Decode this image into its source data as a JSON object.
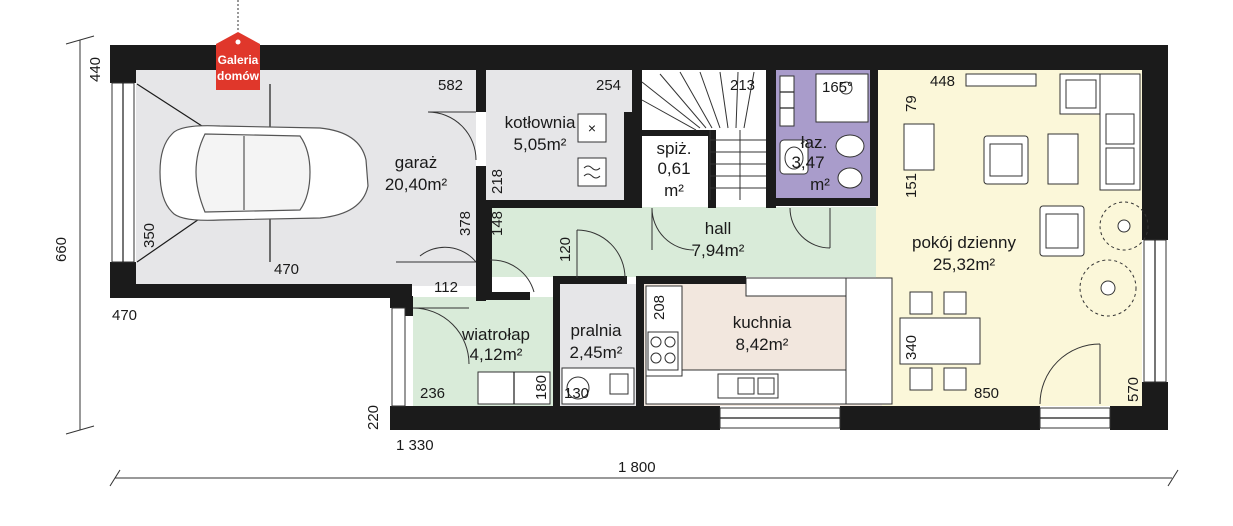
{
  "logo": {
    "line1": "Galeria",
    "line2": "domów"
  },
  "rooms": {
    "garaz": {
      "name": "garaż",
      "area": "20,40m²"
    },
    "kotlownia": {
      "name": "kotłownia",
      "area": "5,05m²"
    },
    "spiz": {
      "name": "spiż.",
      "area_a": "0,61",
      "area_b": "m²"
    },
    "laz": {
      "name": "łaz.",
      "area_a": "3,47",
      "area_b": "m²"
    },
    "hall": {
      "name": "hall",
      "area": "7,94m²"
    },
    "pokoj": {
      "name": "pokój dzienny",
      "area": "25,32m²"
    },
    "kuchnia": {
      "name": "kuchnia",
      "area": "8,42m²"
    },
    "pralnia": {
      "name": "pralnia",
      "area": "2,45m²"
    },
    "wiatrolap": {
      "name": "wiatrołap",
      "area": "4,12m²"
    }
  },
  "dims": {
    "d582": "582",
    "d254": "254",
    "d213": "213",
    "d165": "165°",
    "d448": "448",
    "d79": "79",
    "d151": "151",
    "d218": "218",
    "d378": "378",
    "d148": "148",
    "d120": "120",
    "d350": "350",
    "d470a": "470",
    "d470b": "470",
    "d112": "112",
    "d208": "208",
    "d340": "340",
    "d180": "180",
    "d236": "236",
    "d130": "130",
    "d850": "850",
    "d570": "570",
    "d440": "440",
    "d660": "660",
    "d220": "220",
    "d1330": "1 330",
    "d1800": "1 800"
  },
  "colors": {
    "garage": "#e6e6e8",
    "hall": "#d9ebd9",
    "bath": "#a99ccb",
    "living": "#fbf7d9",
    "kitchen": "#f2e7de",
    "laundry": "#e6e6e8",
    "wall": "#1b1b1b",
    "logo": "#e0372b"
  }
}
